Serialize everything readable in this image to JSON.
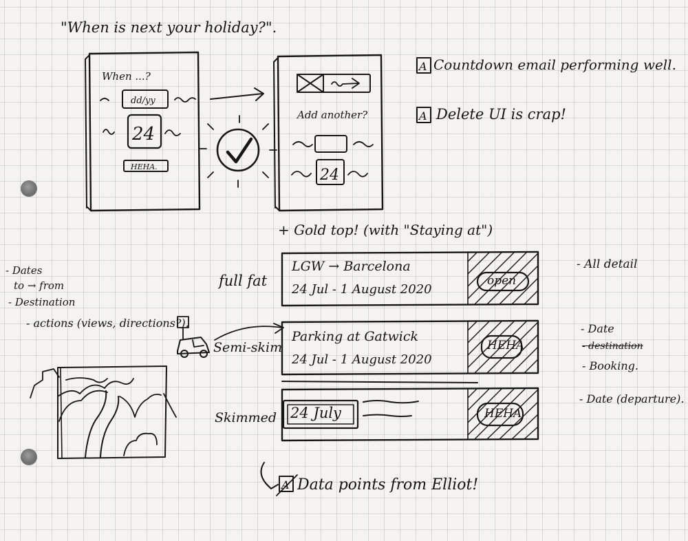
{
  "title": "\"When is next your holiday?\".",
  "screen_one": {
    "heading": "When ...?",
    "field_value": "dd/yy",
    "date_value": "24",
    "button_label": "HEHA."
  },
  "screen_two": {
    "prompt": "Add another?",
    "date_value": "24"
  },
  "notes": {
    "countdown": "Countdown email performing well.",
    "delete_ui": "Delete UI is crap!",
    "ab_badge": "A"
  },
  "gold_top_note": "+ Gold top! (with \"Staying at\")",
  "left_notes": [
    "- Dates",
    "to → from",
    "- Destination",
    "- actions (views, directions?)."
  ],
  "variants": [
    {
      "label": "full fat",
      "line1": "LGW → Barcelona",
      "line2": "24 Jul - 1 August 2020",
      "button": "open",
      "note_lines": [
        {
          "text": "- All detail",
          "struck": false
        }
      ]
    },
    {
      "label": "Semi-skim",
      "line1": "Parking at Gatwick",
      "line2": "24 Jul - 1 August 2020",
      "button": "HEHA",
      "note_lines": [
        {
          "text": "- Date",
          "struck": false
        },
        {
          "text": "- destination",
          "struck": true
        },
        {
          "text": "- Booking.",
          "struck": false
        }
      ]
    },
    {
      "label": "Skimmed",
      "date_box": "24 July",
      "button": "HEHA",
      "note_lines": [
        {
          "text": "- Date (departure).",
          "struck": false
        }
      ]
    }
  ],
  "footer_note": "Data points from Elliot!",
  "colors": {
    "ink": "#161616",
    "paper": "#f4f3ef",
    "grid": "#b8bcc0"
  }
}
